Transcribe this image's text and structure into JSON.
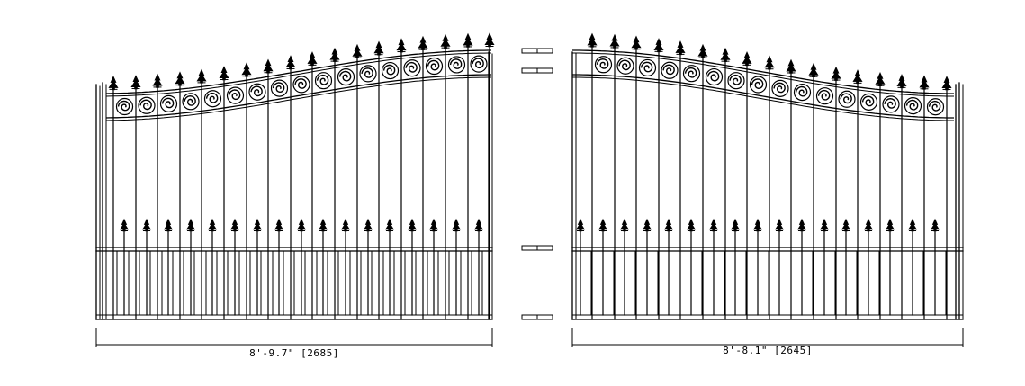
{
  "gates": [
    {
      "id": "left",
      "dimension_label": "8'-9.7\" [2685]"
    },
    {
      "id": "right",
      "dimension_label": "8'-8.1\" [2645]"
    }
  ]
}
